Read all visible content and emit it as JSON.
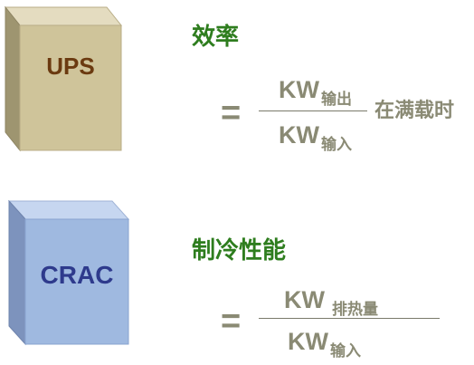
{
  "ups": {
    "box_label": "UPS",
    "heading": "效率",
    "equals": "=",
    "numerator": {
      "unit": "KW",
      "subscript": "输出"
    },
    "denominator": {
      "unit": "KW",
      "subscript": "输入"
    },
    "suffix": "在满载时"
  },
  "crac": {
    "box_label": "CRAC",
    "heading": "制冷性能",
    "equals": "=",
    "numerator": {
      "unit": "KW",
      "subscript": "排热量"
    },
    "denominator": {
      "unit": "KW",
      "subscript": "输入"
    }
  },
  "colors": {
    "heading": "#2e7d1e",
    "formula_text": "#8a8a74",
    "ups_box_front": "#cfc49a",
    "ups_label": "#6b3a10",
    "crac_box_front": "#9fb9e0",
    "crac_label": "#2e3a8c"
  }
}
